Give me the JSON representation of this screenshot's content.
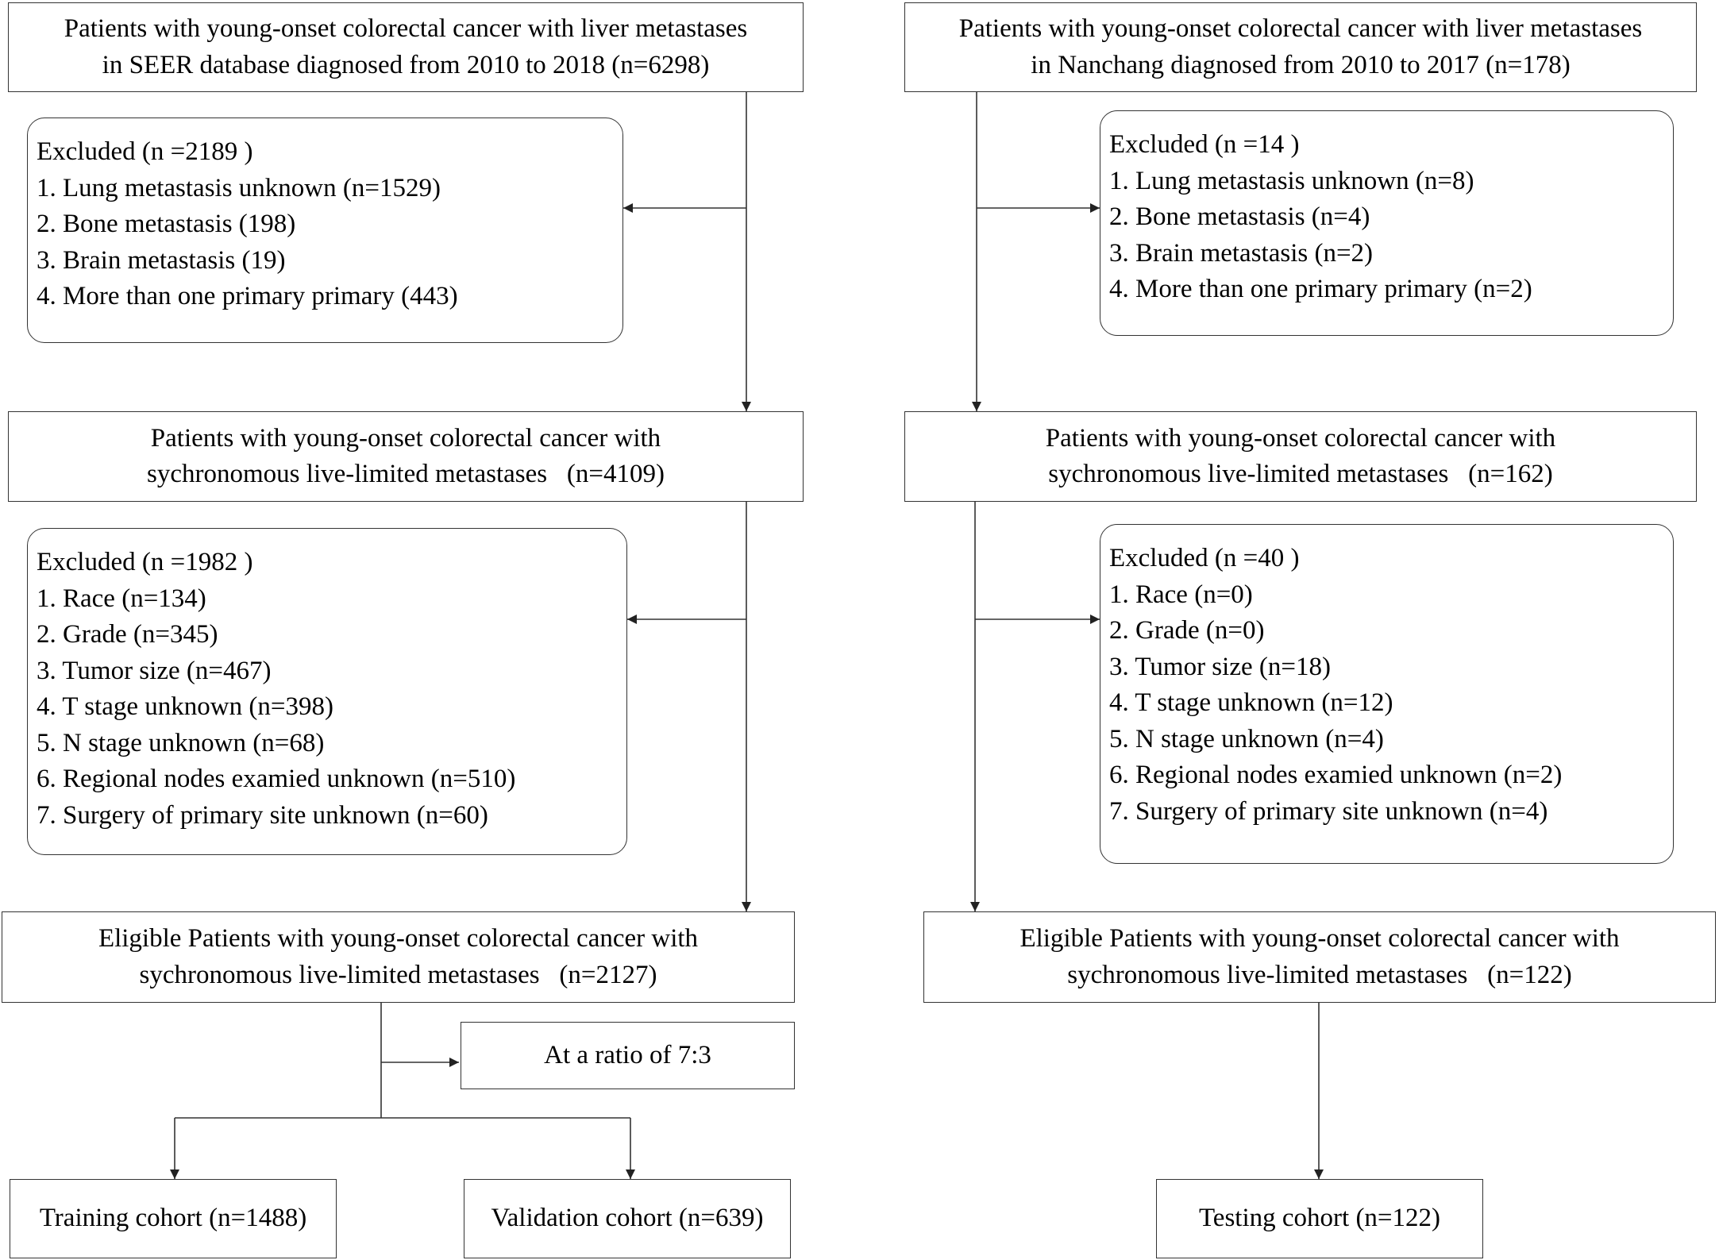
{
  "seer": {
    "source": [
      "Patients with young-onset colorectal cancer with liver metastases",
      "in SEER database diagnosed from 2010 to 2018 (n=6298)"
    ],
    "excluded1": {
      "title": "Excluded (n =2189 )",
      "items": [
        "1. Lung metastasis unknown (n=1529)",
        "2. Bone metastasis (198)",
        "3. Brain metastasis (19)",
        "4. More than one primary primary (443)"
      ]
    },
    "limited": [
      "Patients with young-onset colorectal cancer with",
      "sychronomous live-limited metastases   (n=4109)"
    ],
    "excluded2": {
      "title": "Excluded (n =1982 )",
      "items": [
        "1. Race (n=134)",
        "2. Grade (n=345)",
        "3. Tumor size (n=467)",
        "4. T stage unknown (n=398)",
        "5. N stage unknown (n=68)",
        "6. Regional nodes examied unknown (n=510)",
        "7. Surgery of primary site unknown (n=60)"
      ]
    },
    "eligible": [
      "Eligible Patients with young-onset colorectal cancer with",
      "sychronomous live-limited metastases   (n=2127)"
    ],
    "ratio": "At a ratio of 7:3",
    "training": "Training cohort (n=1488)",
    "validation": "Validation cohort (n=639)"
  },
  "nanchang": {
    "source": [
      "Patients with young-onset colorectal cancer with liver metastases",
      "in Nanchang diagnosed from 2010 to 2017 (n=178)"
    ],
    "excluded1": {
      "title": "Excluded (n =14 )",
      "items": [
        "1. Lung metastasis unknown (n=8)",
        "2. Bone metastasis (n=4)",
        "3. Brain metastasis (n=2)",
        "4. More than one primary primary (n=2)"
      ]
    },
    "limited": [
      "Patients with young-onset colorectal cancer with",
      "sychronomous live-limited metastases   (n=162)"
    ],
    "excluded2": {
      "title": "Excluded (n =40 )",
      "items": [
        "1. Race (n=0)",
        "2. Grade (n=0)",
        "3. Tumor size (n=18)",
        "4. T stage unknown (n=12)",
        "5. N stage unknown (n=4)",
        "6. Regional nodes examied unknown (n=2)",
        "7. Surgery of primary site unknown (n=4)"
      ]
    },
    "eligible": [
      "Eligible Patients with young-onset colorectal cancer with",
      "sychronomous live-limited metastases   (n=122)"
    ],
    "testing": "Testing cohort (n=122)"
  }
}
